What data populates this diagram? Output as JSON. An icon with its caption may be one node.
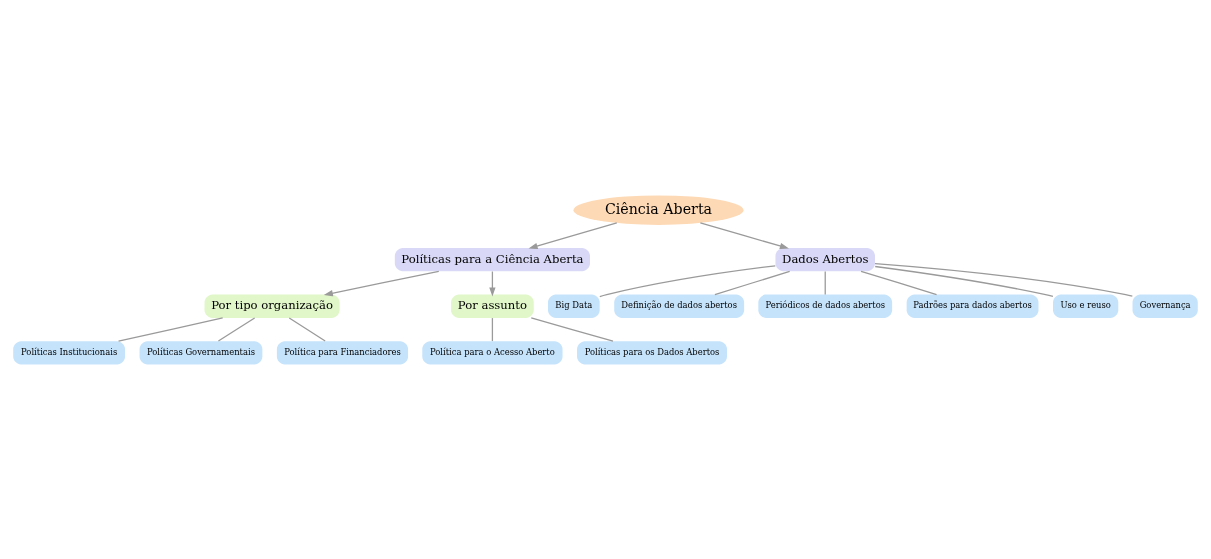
{
  "diagram": {
    "nodes": [
      {
        "text": [
          "Ciência Aberta"
        ]
      },
      {
        "text": [
          "Políticas para a Ciência Aberta"
        ]
      },
      {
        "text": [
          "Dados Abertos"
        ]
      },
      {
        "text": [
          "Por tipo organização"
        ]
      },
      {
        "text": [
          "Por assunto"
        ]
      },
      {
        "text": [
          "Políticas Institucionais"
        ]
      },
      {
        "text": [
          "Políticas Governamentais"
        ]
      },
      {
        "text": [
          "Política para Financiadores"
        ]
      },
      {
        "text": [
          "Política para o Acesso Aberto"
        ]
      },
      {
        "text": [
          "Políticas para os Dados Abertos"
        ]
      },
      {
        "text": [
          "Big Data"
        ]
      },
      {
        "text": [
          "Definição de dados abertos"
        ]
      },
      {
        "text": [
          "Periódicos de dados abertos"
        ]
      },
      {
        "text": [
          "Padrões para dados abertos"
        ]
      },
      {
        "text": [
          "Uso e reuso"
        ]
      },
      {
        "text": [
          "Governança"
        ]
      }
    ],
    "edges": [
      {
        "from": 0,
        "to": 1,
        "arrow": "to"
      },
      {
        "from": 0,
        "to": 2,
        "arrow": "to"
      },
      {
        "from": 1,
        "to": 3,
        "arrow": "to"
      },
      {
        "from": 1,
        "to": 4,
        "arrow": "to"
      },
      {
        "from": 3,
        "to": 5,
        "arrow": "none"
      },
      {
        "from": 3,
        "to": 6,
        "arrow": "none"
      },
      {
        "from": 3,
        "to": 7,
        "arrow": "none"
      },
      {
        "from": 4,
        "to": 8,
        "arrow": "none"
      },
      {
        "from": 4,
        "to": 9,
        "arrow": "none"
      },
      {
        "from": 2,
        "to": 10,
        "arrow": "none"
      },
      {
        "from": 2,
        "to": 11,
        "arrow": "none"
      },
      {
        "from": 2,
        "to": 12,
        "arrow": "none"
      },
      {
        "from": 2,
        "to": 13,
        "arrow": "none"
      },
      {
        "from": 2,
        "to": 14,
        "arrow": "none"
      },
      {
        "from": 2,
        "to": 15,
        "arrow": "none"
      }
    ]
  }
}
